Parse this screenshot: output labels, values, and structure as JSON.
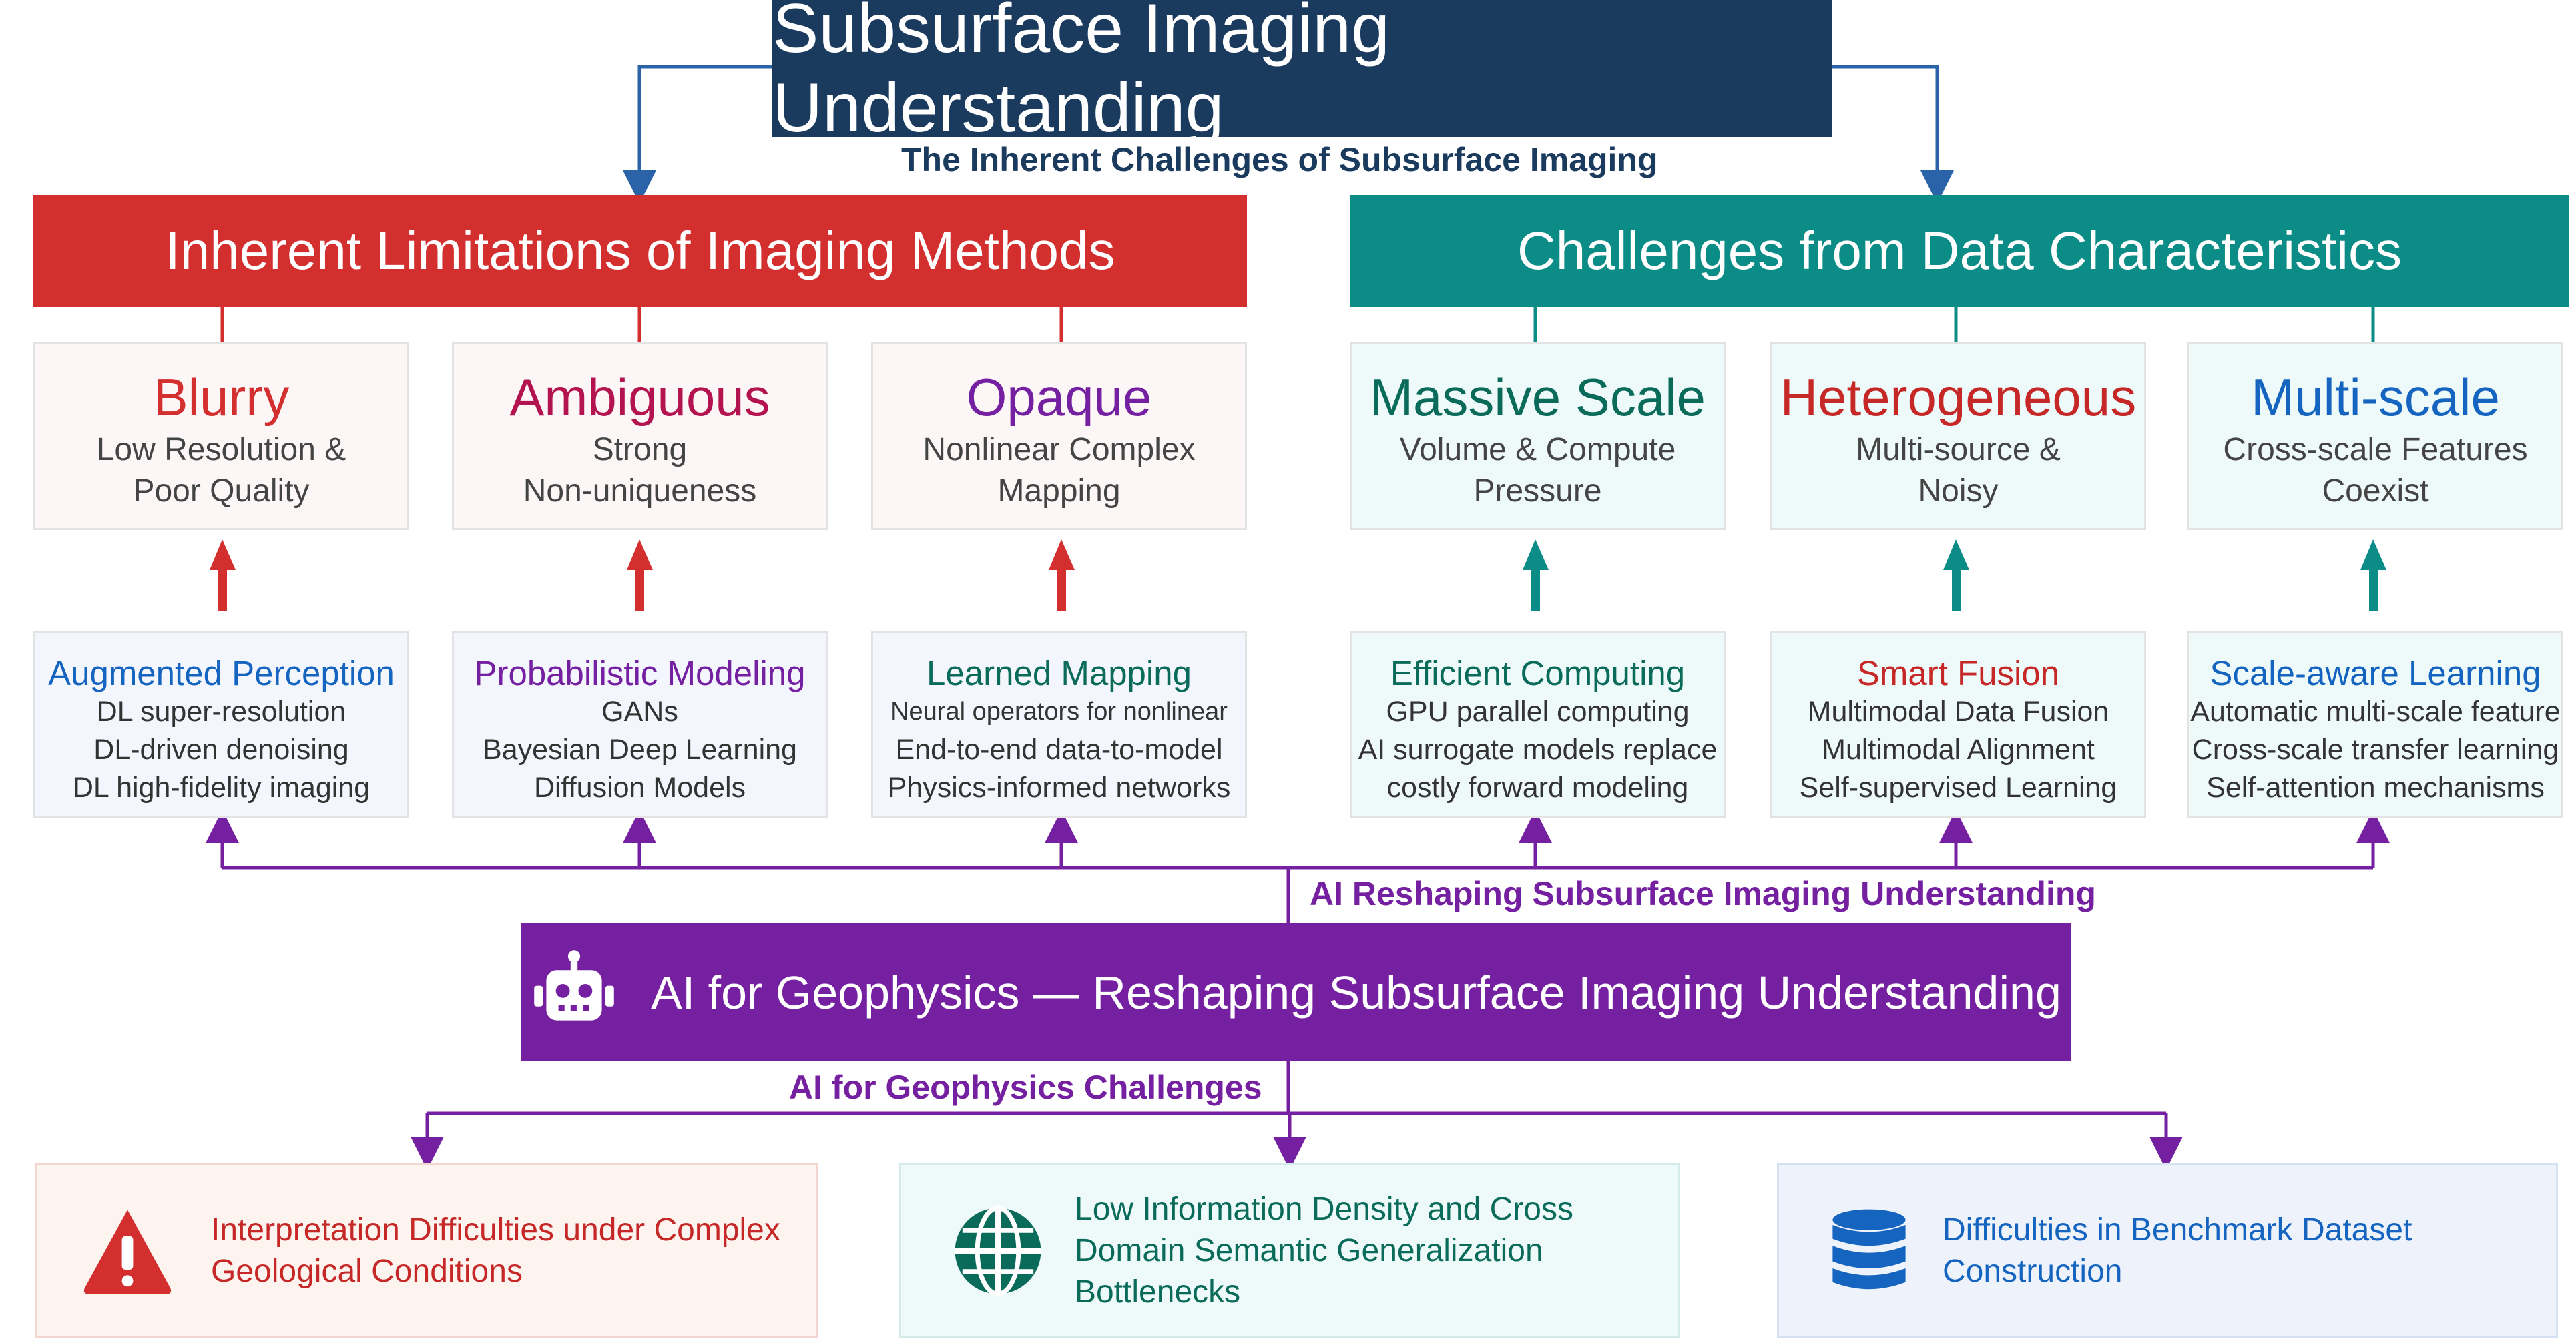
{
  "title": "Subsurface Imaging Understanding",
  "caption_top": "The Inherent Challenges of Subsurface Imaging",
  "left_group": "Inherent Limitations of Imaging Methods",
  "right_group": "Challenges from Data Characteristics",
  "challenges": [
    {
      "title": "Blurry",
      "line1": "Low Resolution &",
      "line2": "Poor Quality",
      "color": "#d32f2f"
    },
    {
      "title": "Ambiguous",
      "line1": "Strong",
      "line2": "Non-uniqueness",
      "color": "#b3144f"
    },
    {
      "title": "Opaque",
      "line1": "Nonlinear Complex",
      "line2": "Mapping",
      "color": "#7420a0"
    },
    {
      "title": "Massive Scale",
      "line1": "Volume & Compute",
      "line2": "Pressure",
      "color": "#0b6b5a"
    },
    {
      "title": "Heterogeneous",
      "line1": "Multi-source &",
      "line2": "Noisy",
      "color": "#c62828"
    },
    {
      "title": "Multi-scale",
      "line1": "Cross-scale Features",
      "line2": "Coexist",
      "color": "#1565c0"
    }
  ],
  "solutions": [
    {
      "title": "Augmented Perception",
      "lines": [
        "DL super-resolution",
        "DL-driven denoising",
        "DL high-fidelity imaging"
      ],
      "color": "#1565c0"
    },
    {
      "title": "Probabilistic Modeling",
      "lines": [
        "GANs",
        "Bayesian Deep Learning",
        "Diffusion Models"
      ],
      "color": "#7420a0"
    },
    {
      "title": "Learned Mapping",
      "lines": [
        "Neural operators for nonlinear",
        "End-to-end data-to-model",
        "Physics-informed networks"
      ],
      "color": "#0b6b5a"
    },
    {
      "title": "Efficient Computing",
      "lines": [
        "GPU parallel computing",
        "AI surrogate models replace",
        "costly forward modeling"
      ],
      "color": "#0b6b5a"
    },
    {
      "title": "Smart Fusion",
      "lines": [
        "Multimodal Data Fusion",
        "Multimodal Alignment",
        "Self-supervised Learning"
      ],
      "color": "#c62828"
    },
    {
      "title": "Scale-aware Learning",
      "lines": [
        "Automatic multi-scale feature",
        "Cross-scale transfer learning",
        "Self-attention mechanisms"
      ],
      "color": "#1565c0"
    }
  ],
  "caption_ai": "AI Reshaping Subsurface Imaging Understanding",
  "center": "AI for Geophysics — Reshaping Subsurface Imaging Understanding",
  "caption_bottom": "AI for Geophysics Challenges",
  "bottom": [
    {
      "text": "Interpretation Difficulties under Complex Geological Conditions",
      "icon": "warning-icon",
      "color": "#c62828"
    },
    {
      "text": "Low Information Density and Cross Domain Semantic Generalization Bottlenecks",
      "icon": "globe-icon",
      "color": "#0b6b5a"
    },
    {
      "text": "Difficulties in Benchmark Dataset Construction",
      "icon": "database-icon",
      "color": "#1565c0"
    }
  ]
}
